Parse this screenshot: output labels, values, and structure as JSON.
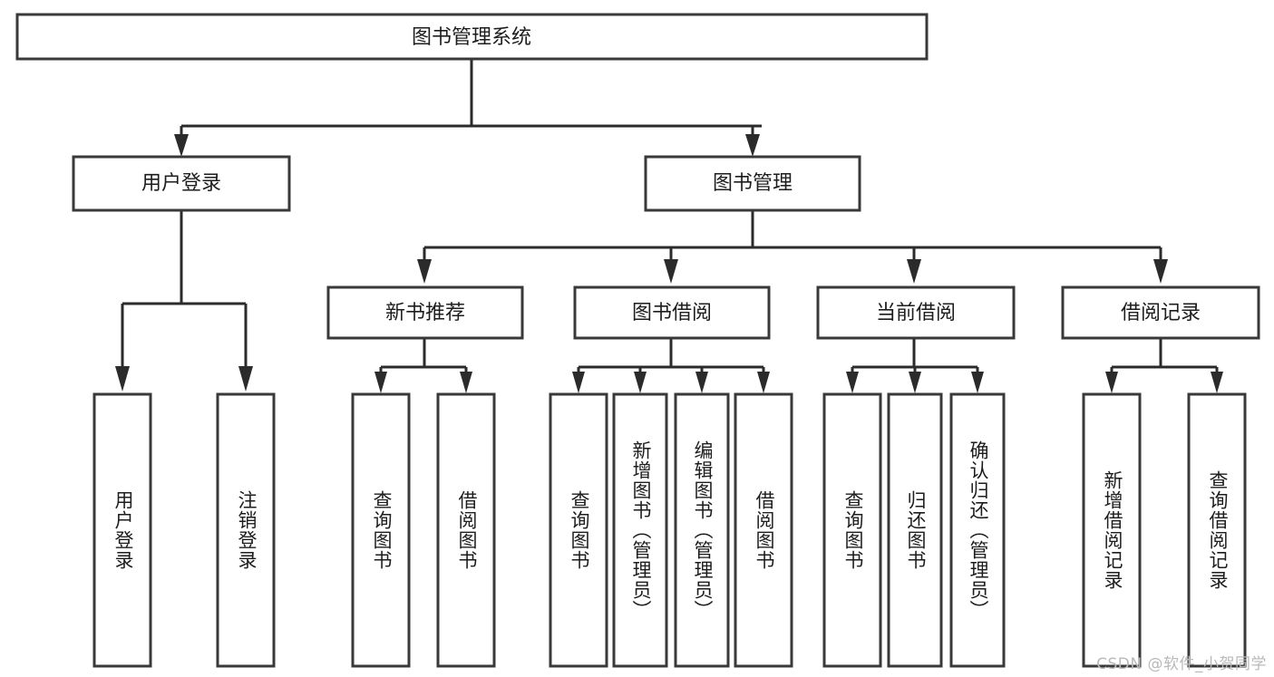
{
  "diagram": {
    "type": "tree",
    "title": "图书管理系统",
    "watermark": "CSDN @软件_小贺同学",
    "colors": {
      "box_stroke": "#393939",
      "connector": "#2b2b2b",
      "text": "#1d1d1d",
      "background": "#ffffff",
      "watermark": "#b9b9b9"
    },
    "levels": {
      "root": {
        "label": "图书管理系统"
      },
      "level2": [
        {
          "id": "user-login",
          "label": "用户登录"
        },
        {
          "id": "book-manage",
          "label": "图书管理"
        }
      ],
      "level3": [
        {
          "id": "new-book-recommend",
          "label": "新书推荐"
        },
        {
          "id": "book-borrow",
          "label": "图书借阅"
        },
        {
          "id": "current-borrow",
          "label": "当前借阅"
        },
        {
          "id": "borrow-record",
          "label": "借阅记录"
        }
      ],
      "leaves": {
        "user_login": [
          {
            "id": "leaf-user-login",
            "label": "用户登录"
          },
          {
            "id": "leaf-logout-login",
            "label": "注销登录"
          }
        ],
        "new_book_recommend": [
          {
            "id": "leaf-query-book-1",
            "label": "查询图书"
          },
          {
            "id": "leaf-borrow-book-1",
            "label": "借阅图书"
          }
        ],
        "book_borrow": [
          {
            "id": "leaf-query-book-2",
            "label": "查询图书"
          },
          {
            "id": "leaf-add-book-admin",
            "label": "新增图书（管理员）"
          },
          {
            "id": "leaf-edit-book-admin",
            "label": "编辑图书（管理员）"
          },
          {
            "id": "leaf-borrow-book-2",
            "label": "借阅图书"
          }
        ],
        "current_borrow": [
          {
            "id": "leaf-query-book-3",
            "label": "查询图书"
          },
          {
            "id": "leaf-return-book",
            "label": "归还图书"
          },
          {
            "id": "leaf-confirm-return-admin",
            "label": "确认归还（管理员）"
          }
        ],
        "borrow_record": [
          {
            "id": "leaf-add-borrow-record",
            "label": "新增借阅记录"
          },
          {
            "id": "leaf-query-borrow-record",
            "label": "查询借阅记录"
          }
        ]
      }
    }
  }
}
